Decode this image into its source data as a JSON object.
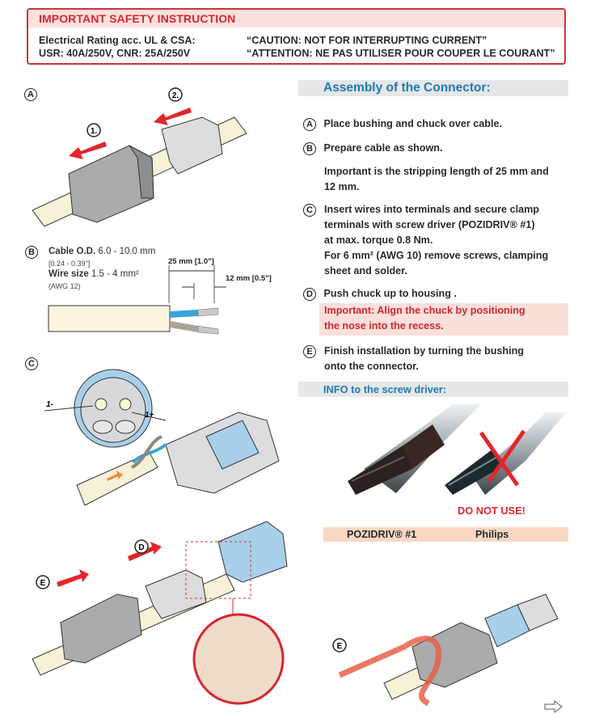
{
  "safety": {
    "title": "IMPORTANT SAFETY INSTRUCTION",
    "rating_line1": "Electrical Rating acc. UL & CSA:",
    "rating_line2": "USR:  40A/250V, CNR:  25A/250V",
    "caution_en": "“CAUTION: NOT FOR INTERRUPTING CURRENT”",
    "caution_fr": "“ATTENTION: NE PAS UTILISER POUR COUPER LE COURANT”",
    "colors": {
      "border": "#c9343b",
      "header_bg": "#fbe1dc",
      "title": "#d92630"
    }
  },
  "assembly": {
    "title": "Assembly of the Connector:",
    "steps": [
      {
        "letter": "A",
        "lines": [
          "Place bushing and chuck over cable."
        ]
      },
      {
        "letter": "B",
        "lines": [
          "Prepare cable as shown."
        ],
        "note": [
          "Important is the stripping length of 25 mm and",
          "12 mm."
        ]
      },
      {
        "letter": "C",
        "lines": [
          "Insert wires into terminals and secure clamp",
          "terminals with screw driver (POZIDRIV® #1)",
          "at max. torque 0.8 Nm.",
          "For 6 mm² (AWG 10) remove screws, clamping",
          "sheet and solder."
        ]
      },
      {
        "letter": "D",
        "lines": [
          "Push chuck up to housing ."
        ],
        "important": [
          "Important:  Align the chuck by positioning",
          "the nose into the recess."
        ]
      },
      {
        "letter": "E",
        "lines": [
          "Finish installation by turning the bushing",
          "onto the connector."
        ]
      }
    ]
  },
  "info": {
    "title": "INFO to the screw driver:",
    "do_not_use": "DO NOT USE!",
    "left_label": "POZIDRIV® #1",
    "right_label": "Philips"
  },
  "figures": {
    "a": {
      "letter": "A",
      "arrow1": "1.",
      "arrow2": "2."
    },
    "b": {
      "letter": "B",
      "cable_od_label": "Cable O.D.",
      "cable_od_value": "6.0 - 10.0 mm",
      "cable_od_inch": "[0.24 - 0.39\"]",
      "wire_size_label": "Wire size",
      "wire_size_value": "1.5 - 4 mm²",
      "wire_awg": "(AWG 12)",
      "dim_25": "25 mm [1.0\"]",
      "dim_12": "12 mm [0.5\"]"
    },
    "c": {
      "letter": "C",
      "terminal_minus": "1-",
      "terminal_plus": "1+"
    },
    "d": {
      "letter": "D"
    },
    "e": {
      "letter": "E"
    },
    "e_final": {
      "letter": "E"
    }
  },
  "next_page_icon": "arrow-right-outline-icon"
}
